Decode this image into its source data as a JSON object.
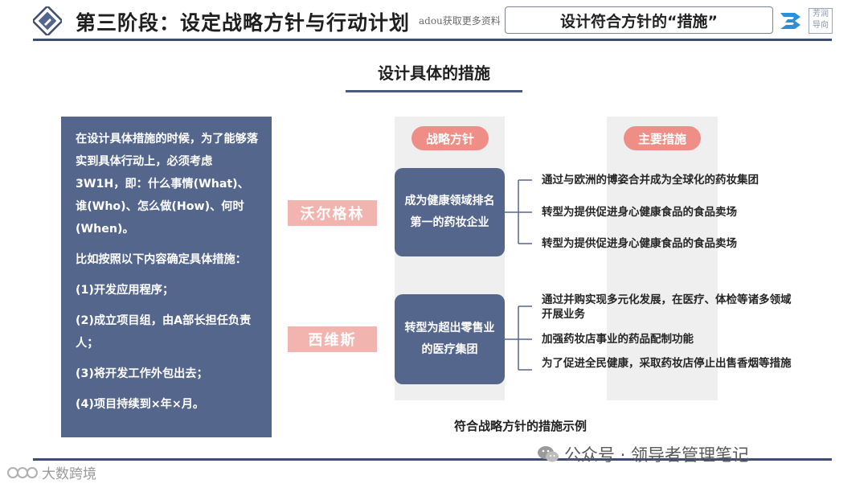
{
  "header": {
    "title": "第三阶段：设定战略方针与行动计划",
    "watermark": "adou获取更多资料",
    "badge": "设计符合方针的“措施”",
    "logo_text": "芳润导向"
  },
  "section": {
    "title": "设计具体的措施"
  },
  "left_panel": {
    "intro": "在设计具体措施的时候，为了能够落实到具体行动上，必须考虑3W1H，即：什么事情(What)、谁(Who)、怎么做(How)、何时(When)。",
    "lead": "比如按照以下内容确定具体措施：",
    "items": [
      "(1)开发应用程序；",
      "(2)成立项目组，由A部长担任负责人；",
      "(3)将开发工作外包出去；",
      "(4)项目持续到×年×月。"
    ]
  },
  "columns": {
    "strategy_header": "战略方针",
    "measures_header": "主要措施"
  },
  "companies": [
    {
      "name": "沃尔格林",
      "strategy": "成为健康领域排名第一的药妆企业",
      "measures": [
        "通过与欧洲的博姿合并成为全球化的药妆集团",
        "转型为提供促进身心健康食品的食品卖场",
        "转型为提供促进身心健康食品的食品卖场"
      ]
    },
    {
      "name": "西维斯",
      "strategy": "转型为超出零售业的医疗集团",
      "measures": [
        "通过并购实现多元化发展，在医疗、体检等诸多领域开展业务",
        "加强药妆店事业的药品配制功能",
        "为了促进全民健康，采取药妆店停止出售香烟等措施"
      ]
    }
  ],
  "caption": "符合战略方针的措施示例",
  "footer": {
    "wechat": "公众号 · 领导者管理笔记",
    "brand": "大数跨境"
  },
  "colors": {
    "navy": "#55668d",
    "salmon": "#ee8e86",
    "company_tag": "#f2b4ae",
    "panel_gray": "#efefef",
    "rule": "#3f4d6e"
  }
}
